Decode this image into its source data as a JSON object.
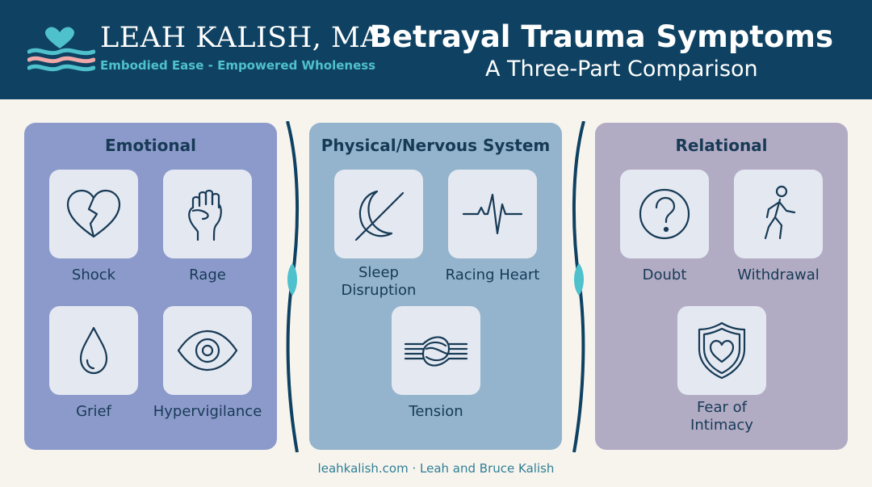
{
  "header": {
    "brand_name": "LEAH KALISH, MA",
    "brand_tagline": "Embodied Ease - Empowered Wholeness",
    "title": "Betrayal Trauma Symptoms",
    "subtitle": "A Three-Part Comparison"
  },
  "panels": [
    {
      "title": "Emotional",
      "items": [
        {
          "label": "Shock",
          "icon": "broken-heart-icon"
        },
        {
          "label": "Rage",
          "icon": "fist-icon"
        },
        {
          "label": "Grief",
          "icon": "teardrop-icon"
        },
        {
          "label": "Hypervigilance",
          "icon": "eye-icon"
        }
      ]
    },
    {
      "title": "Physical/Nervous System",
      "items": [
        {
          "label": "Sleep\nDisruption",
          "icon": "crossed-moon-icon"
        },
        {
          "label": "Racing Heart",
          "icon": "heartbeat-icon"
        },
        {
          "label": "Tension",
          "icon": "knot-icon"
        }
      ]
    },
    {
      "title": "Relational",
      "items": [
        {
          "label": "Doubt",
          "icon": "question-icon"
        },
        {
          "label": "Withdrawal",
          "icon": "walking-person-icon"
        },
        {
          "label": "Fear of\nIntimacy",
          "icon": "heart-shield-icon"
        }
      ]
    }
  ],
  "colors": {
    "header_bg": "#0f4262",
    "accent_teal": "#4fc1cc",
    "logo_pink": "#f0a8a8",
    "panel_emotional": "#8c9acb",
    "panel_physical": "#93b4cc",
    "panel_relational": "#b2abc4",
    "icon_stroke": "#173a55"
  },
  "footer": {
    "text": "leahkalish.com · Leah and Bruce Kalish"
  }
}
